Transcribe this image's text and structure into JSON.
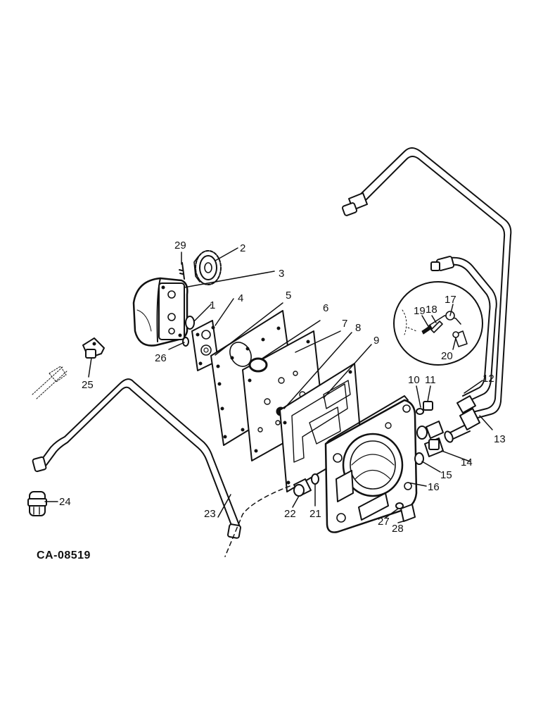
{
  "figure_code": "CA-08519",
  "callouts": {
    "c1": "1",
    "c2": "2",
    "c3": "3",
    "c4": "4",
    "c5": "5",
    "c6": "6",
    "c7": "7",
    "c8": "8",
    "c9": "9",
    "c10": "10",
    "c11": "11",
    "c12": "12",
    "c13": "13",
    "c14": "14",
    "c15": "15",
    "c16": "16",
    "c17": "17",
    "c18": "18",
    "c19": "19",
    "c20": "20",
    "c21": "21",
    "c22": "22",
    "c23": "23",
    "c24": "24",
    "c25": "25",
    "c26": "26",
    "c27": "27",
    "c28": "28",
    "c29": "29"
  }
}
